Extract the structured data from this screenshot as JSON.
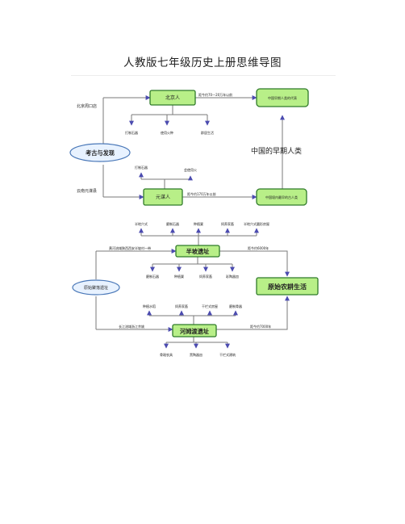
{
  "title": "人教版七年级历史上册思维导图",
  "part1": {
    "beijing_man": "北京人",
    "beijing_time": "距今约70—20万年以前",
    "china_early_humans_box": "中国早期人类的代表",
    "beijing_place": "北京周口店",
    "beijing_children": [
      "打制石器",
      "使用火种",
      "群居生活"
    ],
    "archaeology": "考古与发现",
    "big_label": "中国的早期人类",
    "yuanmou_children": [
      "打制石器",
      "会使用火"
    ],
    "yuanmou_place": "云南元谋县",
    "yuanmou_man": "元谋人",
    "yuanmou_time": "距今约170万年以前",
    "yuanmou_box": "中国境内最早的古人类"
  },
  "part2": {
    "top_items": [
      "半地穴式",
      "磨制石器",
      "种植粟",
      "饲养家畜",
      "半地穴式圆形房屋"
    ],
    "banpo_place": "黄河流域陕西西安半坡村一带",
    "banpo": "半坡遗址",
    "banpo_time": "距今约6000年",
    "banpo_children": [
      "磨制石器",
      "种植粟",
      "饲养家畜",
      "彩陶器皿"
    ],
    "primitive_sites": "原始聚落遗址",
    "primitive_farming": "原始农耕生活",
    "hemudu_top": [
      "种植水稻",
      "饲养家畜",
      "干栏式房屋",
      "磨制骨器"
    ],
    "hemudu_place": "长江流域浙江余姚",
    "hemudu": "河姆渡遗址",
    "hemudu_time": "距今约7000年",
    "hemudu_children": [
      "骨耜农具",
      "黑陶器皿",
      "干栏式建筑"
    ]
  }
}
